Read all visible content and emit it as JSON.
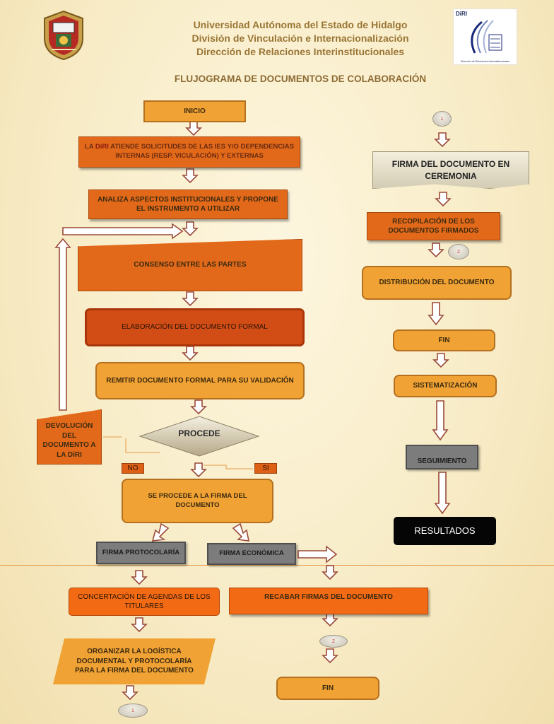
{
  "header": {
    "line1": "Universidad Autónoma del Estado de Hidalgo",
    "line2": "División de Vinculación e Internacionalización",
    "line3": "Dirección de Relaciones Interinstitucionales",
    "logo_right_label": "DiRI",
    "logo_right_caption": "Dirección de Relaciones Interinstitucionales"
  },
  "title": "FLUJOGRAMA DE DOCUMENTOS DE COLABORACIÓN",
  "nodes": {
    "inicio": "INICIO",
    "atiende_prefix": "LA ",
    "atiende_brand": "DiRI",
    "atiende_rest": " ATIENDE SOLICITUDES DE LAS IES Y/O DEPENDENCIAS INTERNAS (RESP. VICULACIÓN)  Y EXTERNAS",
    "analiza": "ANALIZA ASPECTOS INSTITUCIONALES Y PROPONE EL INSTRUMENTO A UTILIZAR",
    "consenso": "CONSENSO ENTRE LAS PARTES",
    "elaboracion": "ELABORACIÓN DEL DOCUMENTO FORMAL",
    "remitir": "REMITIR DOCUMENTO FORMAL PARA SU VALIDACIÓN",
    "procede": "PROCEDE",
    "devolucion": "DEVOLUCIÓN DEL DOCUMENTO A LA DiRI",
    "no": "NO",
    "si": "SI",
    "firma_doc": "SE PROCEDE A LA FIRMA DEL DOCUMENTO",
    "firma_protocolaria": "FIRMA PROTOCOLARÍA",
    "firma_economica": "FIRMA ECONÓMICA",
    "concertacion": "CONCERTACIÓN  DE AGENDAS DE LOS TITULARES",
    "recabar": "RECABAR FIRMAS DEL DOCUMENTO",
    "organizar": "ORGANIZAR LA LOGÍSTICA DOCUMENTAL Y PROTOCOLARÍA PARA LA FIRMA DEL DOCUMENTO",
    "fin_bottom": "FIN",
    "firma_ceremonia": "FIRMA DEL DOCUMENTO EN CEREMONIA",
    "recopilacion": "RECOPILACIÓN  DE LOS DOCUMENTOS FIRMADOS",
    "distribucion": "DISTRIBUCIÓN DEL DOCUMENTO",
    "fin_right": "FIN",
    "sistematizacion": "SISTEMATIZACIÓN",
    "seguimiento": "SEGUIMIENTO",
    "resultados": "RESULTADOS"
  },
  "connectors": {
    "c1_top_right": "1",
    "c2_right": "2",
    "c2_bottom": "2",
    "c1_bottom": "1"
  },
  "colors": {
    "orange": "#f1a234",
    "dark_orange": "#e2691a",
    "red_orange": "#d24c15",
    "gray": "#7c7c7c",
    "black": "#050505",
    "arrow_fill": "#ffffff",
    "arrow_outline": "#9a4a3a"
  }
}
